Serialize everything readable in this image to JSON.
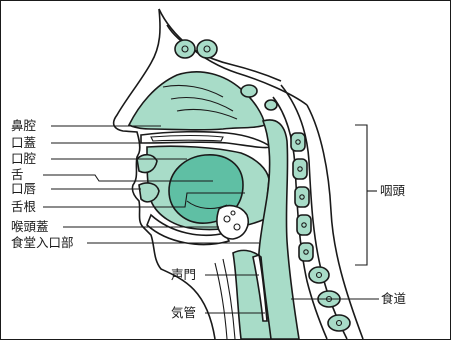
{
  "labels": {
    "nasal_cavity": "鼻腔",
    "palate": "口蓋",
    "oral_cavity": "口腔",
    "tongue": "舌",
    "lips": "口唇",
    "tongue_root": "舌根",
    "epiglottis": "喉頭蓋",
    "esophageal_entrance": "食堂入口部",
    "pharynx": "咽頭",
    "glottis": "声門",
    "trachea": "気管",
    "esophagus": "食道"
  },
  "colors": {
    "tissue": "#a8dcc8",
    "tongue": "#5fbfa4",
    "outline": "#1a1a1a",
    "background": "#ffffff"
  }
}
